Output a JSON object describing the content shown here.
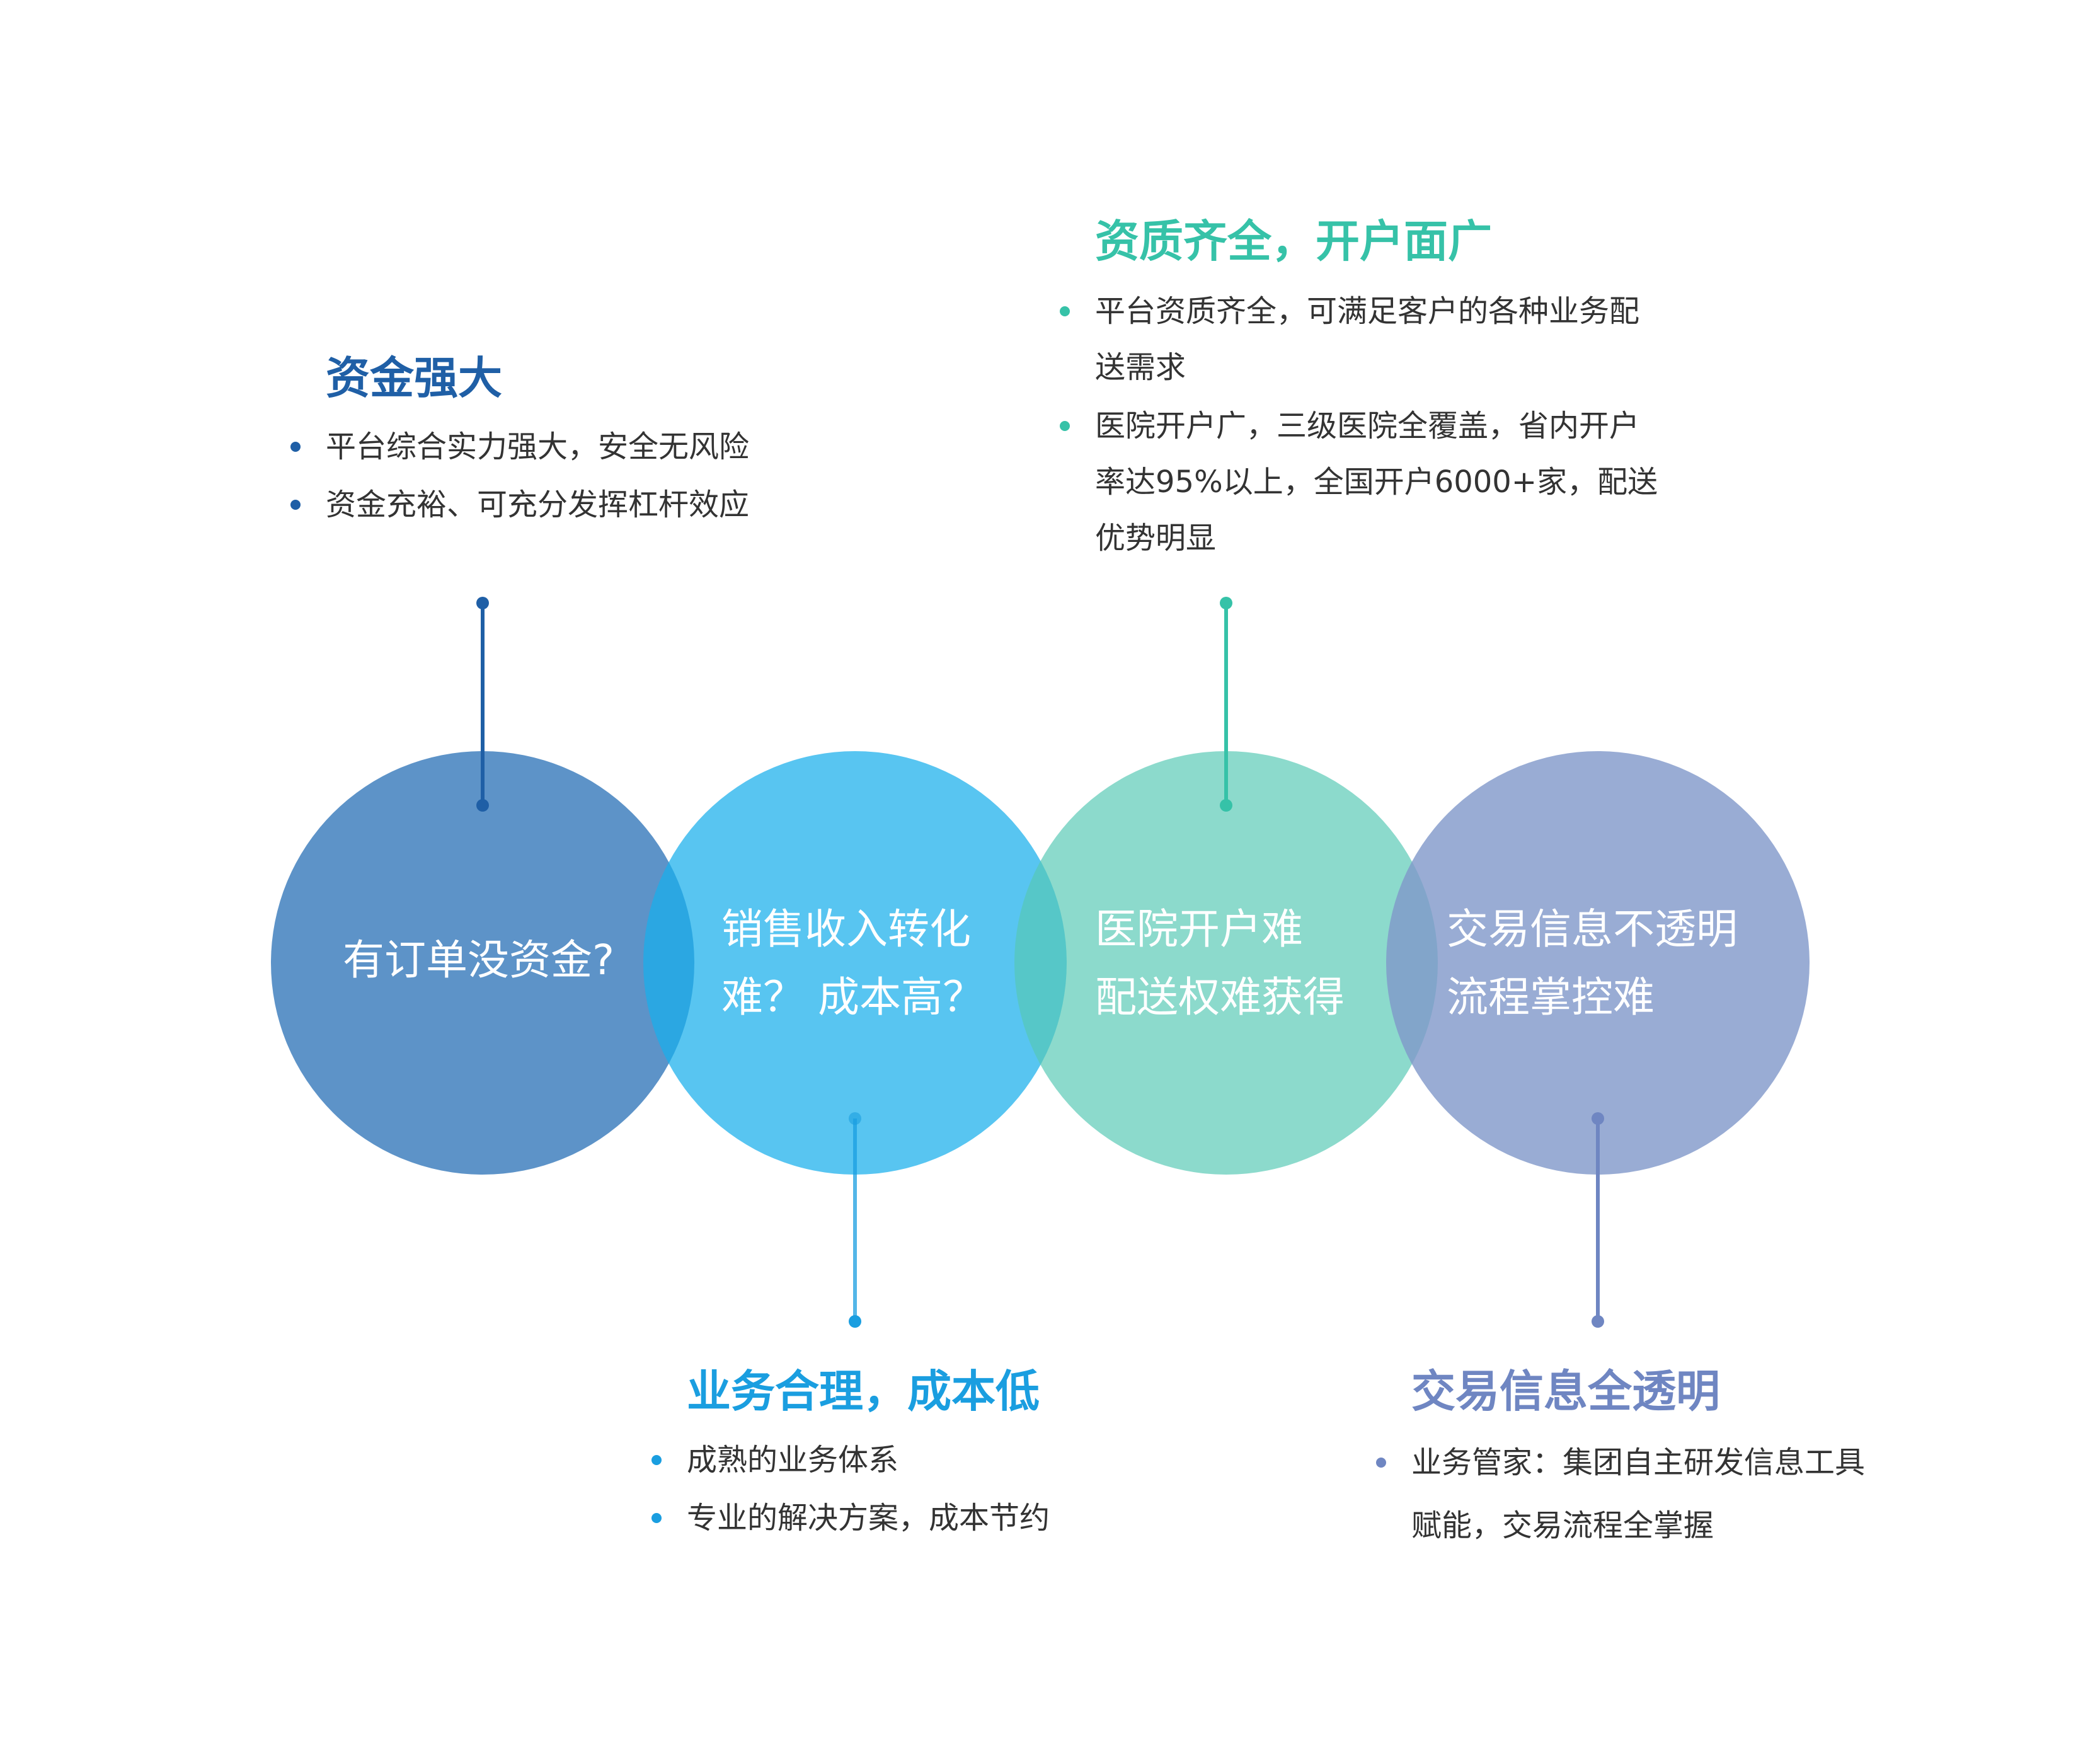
{
  "colors": {
    "dark_blue": "#2f74b8",
    "sky_blue": "#18aeeb",
    "teal": "#55c9b4",
    "lavender": "#8097c9",
    "text_gray": "#333333",
    "title_dark_blue": "#1f5fa6",
    "title_sky_blue": "#1a9ee0",
    "title_teal": "#36c2a8",
    "title_lavender": "#6f86c2"
  },
  "circles": [
    {
      "id": "funding",
      "color": "#2f74b8",
      "lines": [
        "有订单没资金?"
      ]
    },
    {
      "id": "sales",
      "color": "#18aeeb",
      "lines": [
        "销售收入转化",
        "难？ 成本高？"
      ]
    },
    {
      "id": "hospital",
      "color": "#55c9b4",
      "lines": [
        "医院开户难",
        "配送权难获得"
      ]
    },
    {
      "id": "transparency",
      "color": "#8097c9",
      "lines": [
        "交易信息不透明",
        "流程掌控难"
      ]
    }
  ],
  "callouts": {
    "funding": {
      "title": "资金强大",
      "items": [
        "平台综合实力强大，安全无风险",
        "资金充裕、可充分发挥杠杆效应"
      ]
    },
    "qualification": {
      "title": "资质齐全，开户面广",
      "items": [
        "平台资质齐全，可满足客户的各种业务配送需求",
        "医院开户广，三级医院全覆盖，省内开户率达95%以上，全国开户6000+家，配送优势明显"
      ]
    },
    "business": {
      "title": "业务合理，成本低",
      "items": [
        "成熟的业务体系",
        "专业的解决方案，成本节约"
      ]
    },
    "transparency": {
      "title": "交易信息全透明",
      "items": [
        "业务管家：集团自主研发信息工具赋能，交易流程全掌握"
      ]
    }
  }
}
